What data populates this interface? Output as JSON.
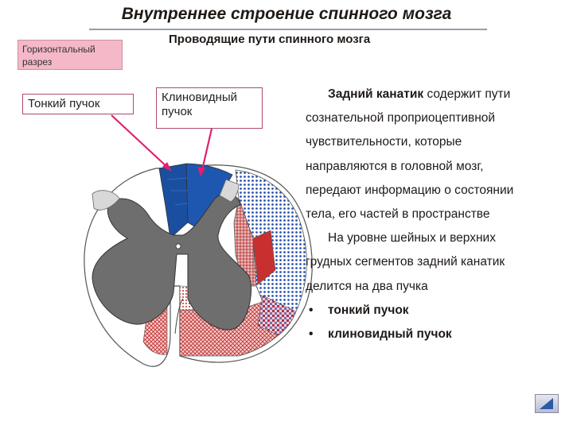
{
  "header": {
    "title": "Внутреннее строение спинного мозга",
    "subtitle": "Проводящие пути спинного мозга"
  },
  "labels": {
    "section": "Горизонтальный разрез",
    "fasciculus_gracilis": "Тонкий пучок",
    "fasciculus_cuneatus": "Клиновидный пучок"
  },
  "body_text": {
    "p1_lead": "Задний канатик",
    "p1_rest": " содержит пути",
    "p1_lines": [
      "сознательной проприоцептивной",
      "чувствительности, которые",
      "направляются в головной мозг,",
      "передают информацию о состоянии",
      "тела, его частей в пространстве"
    ],
    "p2_lines": [
      "На уровне шейных и верхних",
      "грудных сегментов задний канатик",
      "делится на два пучка"
    ],
    "bullets": [
      "тонкий пучок",
      "клиновидный пучок"
    ]
  },
  "colors": {
    "tract_dark_blue": "#1a4fa0",
    "grey_matter": "#6e6e6e",
    "arrow": "#e0206e",
    "pink_label": "#f4b8c8"
  },
  "icons": {
    "nav": "back-arrow-icon"
  }
}
